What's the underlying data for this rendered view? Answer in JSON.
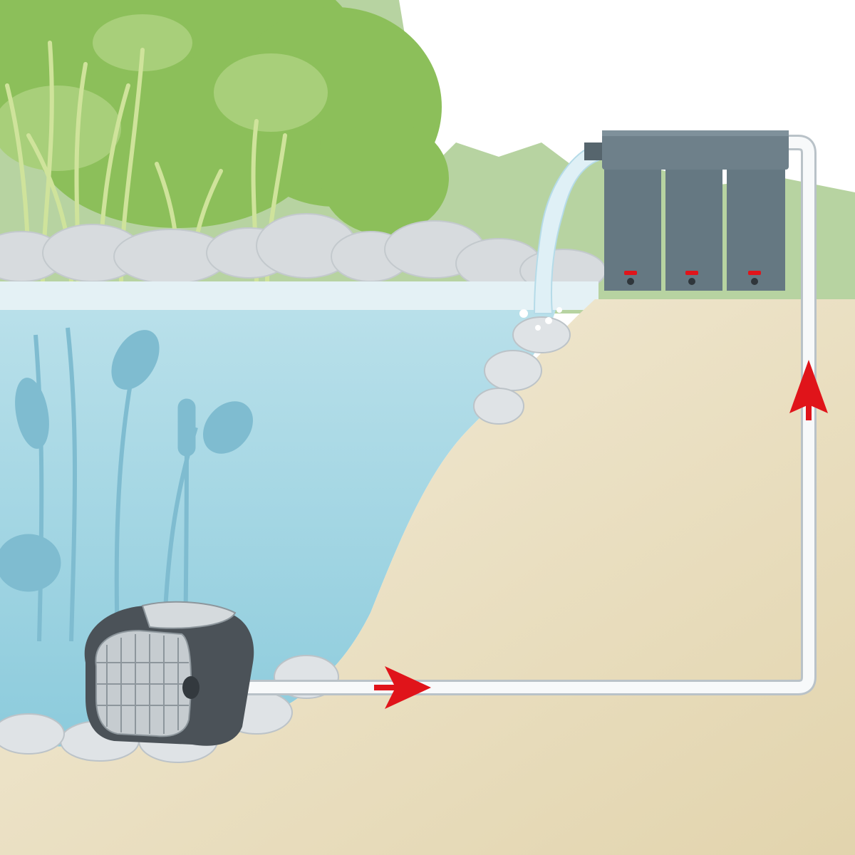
{
  "diagram": {
    "flow_direction": [
      "pump-to-filter",
      "filter-to-pond"
    ],
    "components": [
      "pond",
      "submersible-pump",
      "hose",
      "three-chamber-filter",
      "waterfall-return"
    ],
    "filter_chamber_count": 3,
    "colors": {
      "water": "#a9d8e4",
      "water_deep": "#7fc0d5",
      "soil": "#eadfc2",
      "filter_body": "#657882",
      "flow_arrow": "#e0141a",
      "valve": "#e0141a",
      "foliage": "#8cbf5a",
      "stones": "#d9dde0"
    }
  }
}
